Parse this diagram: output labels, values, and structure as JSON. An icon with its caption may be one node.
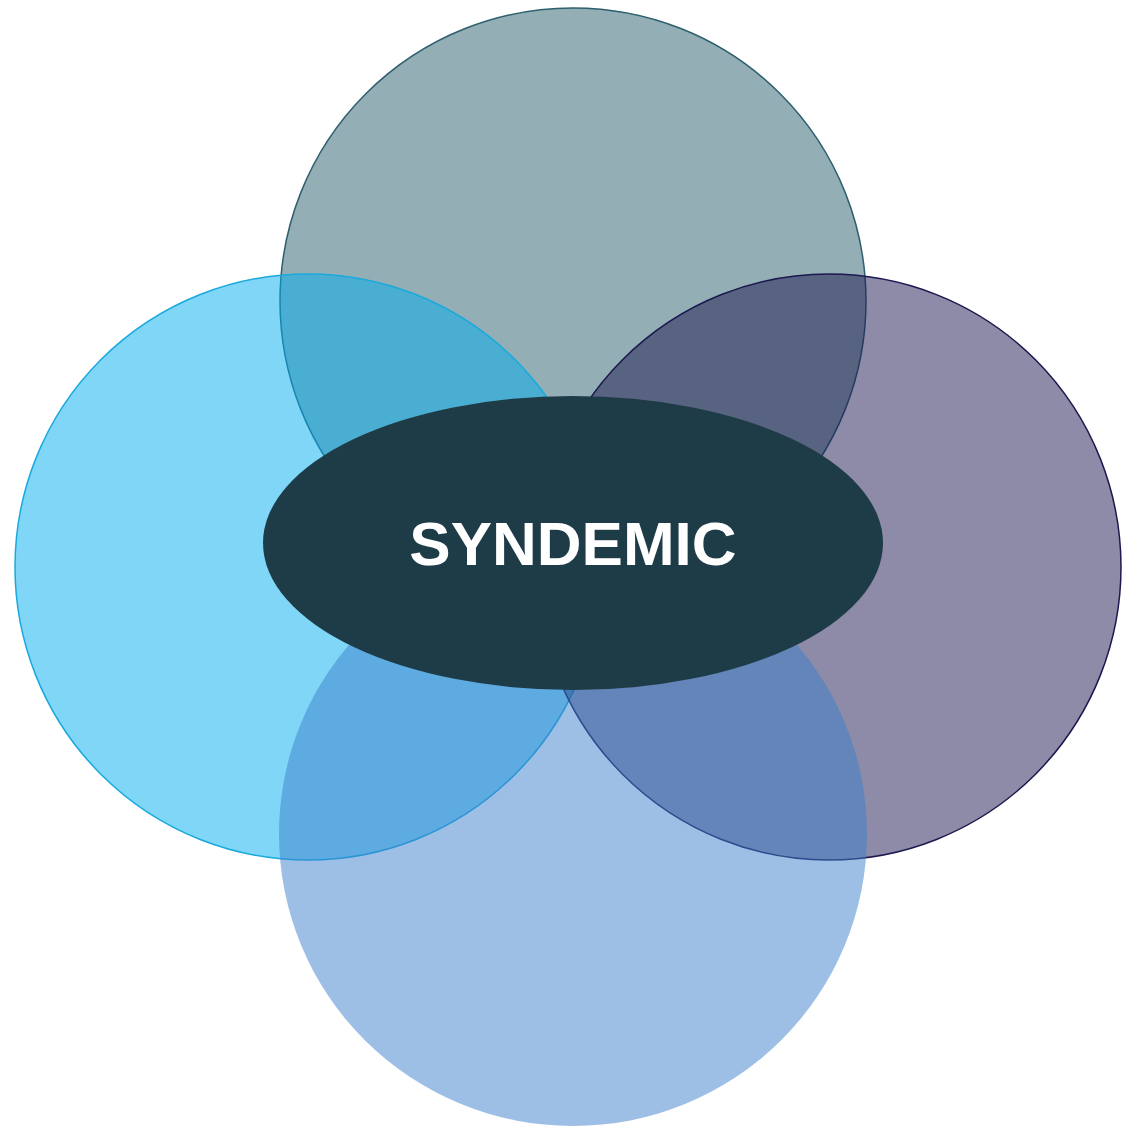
{
  "diagram": {
    "nodes": [
      {
        "text": [],
        "shape": "circle"
      },
      {
        "text": [],
        "shape": "circle"
      },
      {
        "text": [],
        "shape": "circle"
      },
      {
        "text": [],
        "shape": "circle"
      },
      {
        "text": [
          "SYNDEMIC"
        ]
      }
    ]
  }
}
